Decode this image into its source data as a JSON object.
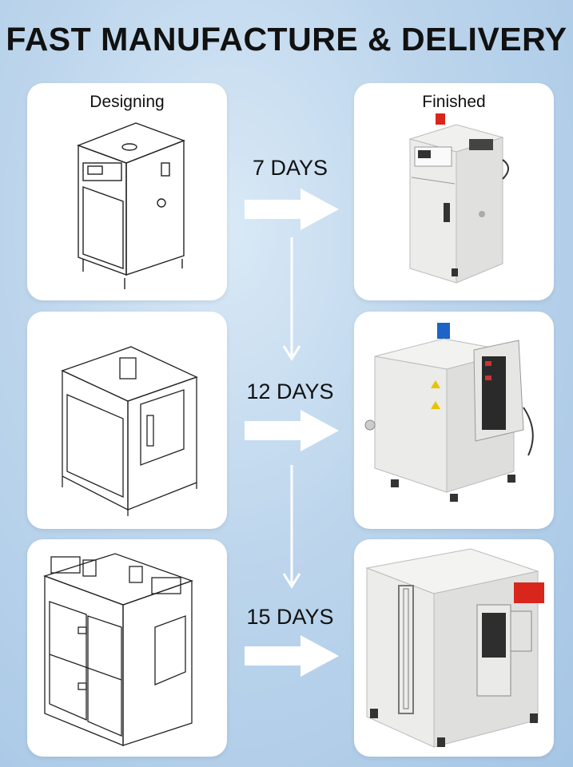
{
  "title": "FAST MANUFACTURE & DELIVERY",
  "labels": {
    "left": "Designing",
    "right": "Finished"
  },
  "stages": [
    {
      "duration": "7 DAYS"
    },
    {
      "duration": "12 DAYS"
    },
    {
      "duration": "15 DAYS"
    }
  ],
  "colors": {
    "background": "#bcd5ec",
    "card": "#ffffff",
    "arrow": "#ffffff",
    "beacon_red": "#d9261c",
    "motor_blue": "#1d63c8"
  }
}
